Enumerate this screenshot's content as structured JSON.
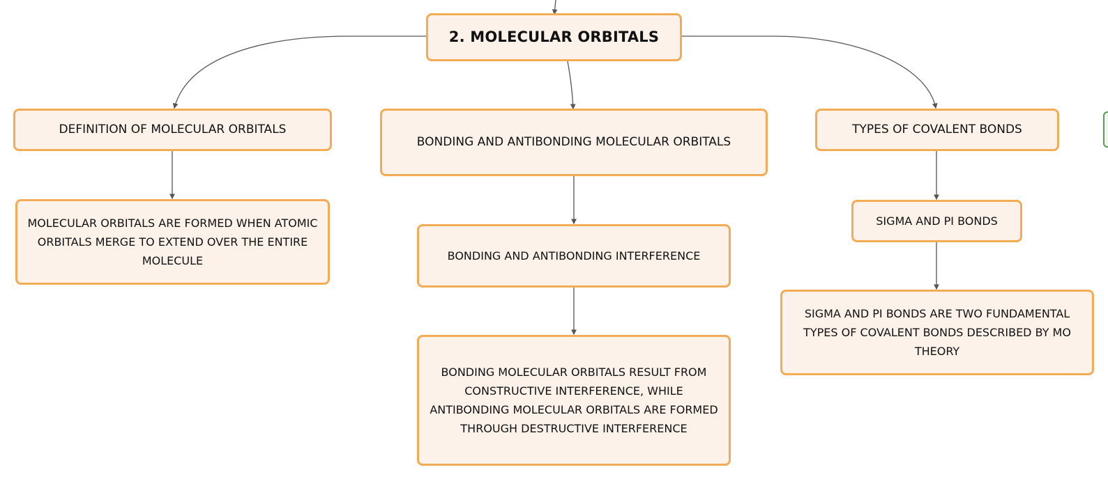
{
  "diagram": {
    "root": {
      "label": "2. MOLECULAR ORBITALS"
    },
    "branches": [
      {
        "title": "DEFINITION OF MOLECULAR ORBITALS",
        "children": [
          "MOLECULAR ORBITALS ARE FORMED WHEN ATOMIC ORBITALS MERGE TO EXTEND OVER THE ENTIRE MOLECULE"
        ]
      },
      {
        "title": "BONDING AND ANTIBONDING MOLECULAR ORBITALS",
        "children": [
          "BONDING AND ANTIBONDING INTERFERENCE",
          "BONDING MOLECULAR ORBITALS RESULT FROM CONSTRUCTIVE INTERFERENCE, WHILE ANTIBONDING MOLECULAR ORBITALS ARE FORMED THROUGH DESTRUCTIVE INTERFERENCE"
        ]
      },
      {
        "title": "TYPES OF COVALENT BONDS",
        "children": [
          "SIGMA AND PI BONDS",
          "SIGMA AND PI BONDS ARE TWO FUNDAMENTAL TYPES OF COVALENT BONDS DESCRIBED BY MO THEORY"
        ]
      }
    ]
  },
  "colors": {
    "node_fill": "#fdf2e9",
    "node_border": "#f2ac55",
    "connector": "#555555",
    "offscreen_tab_border": "#5f9a58"
  }
}
